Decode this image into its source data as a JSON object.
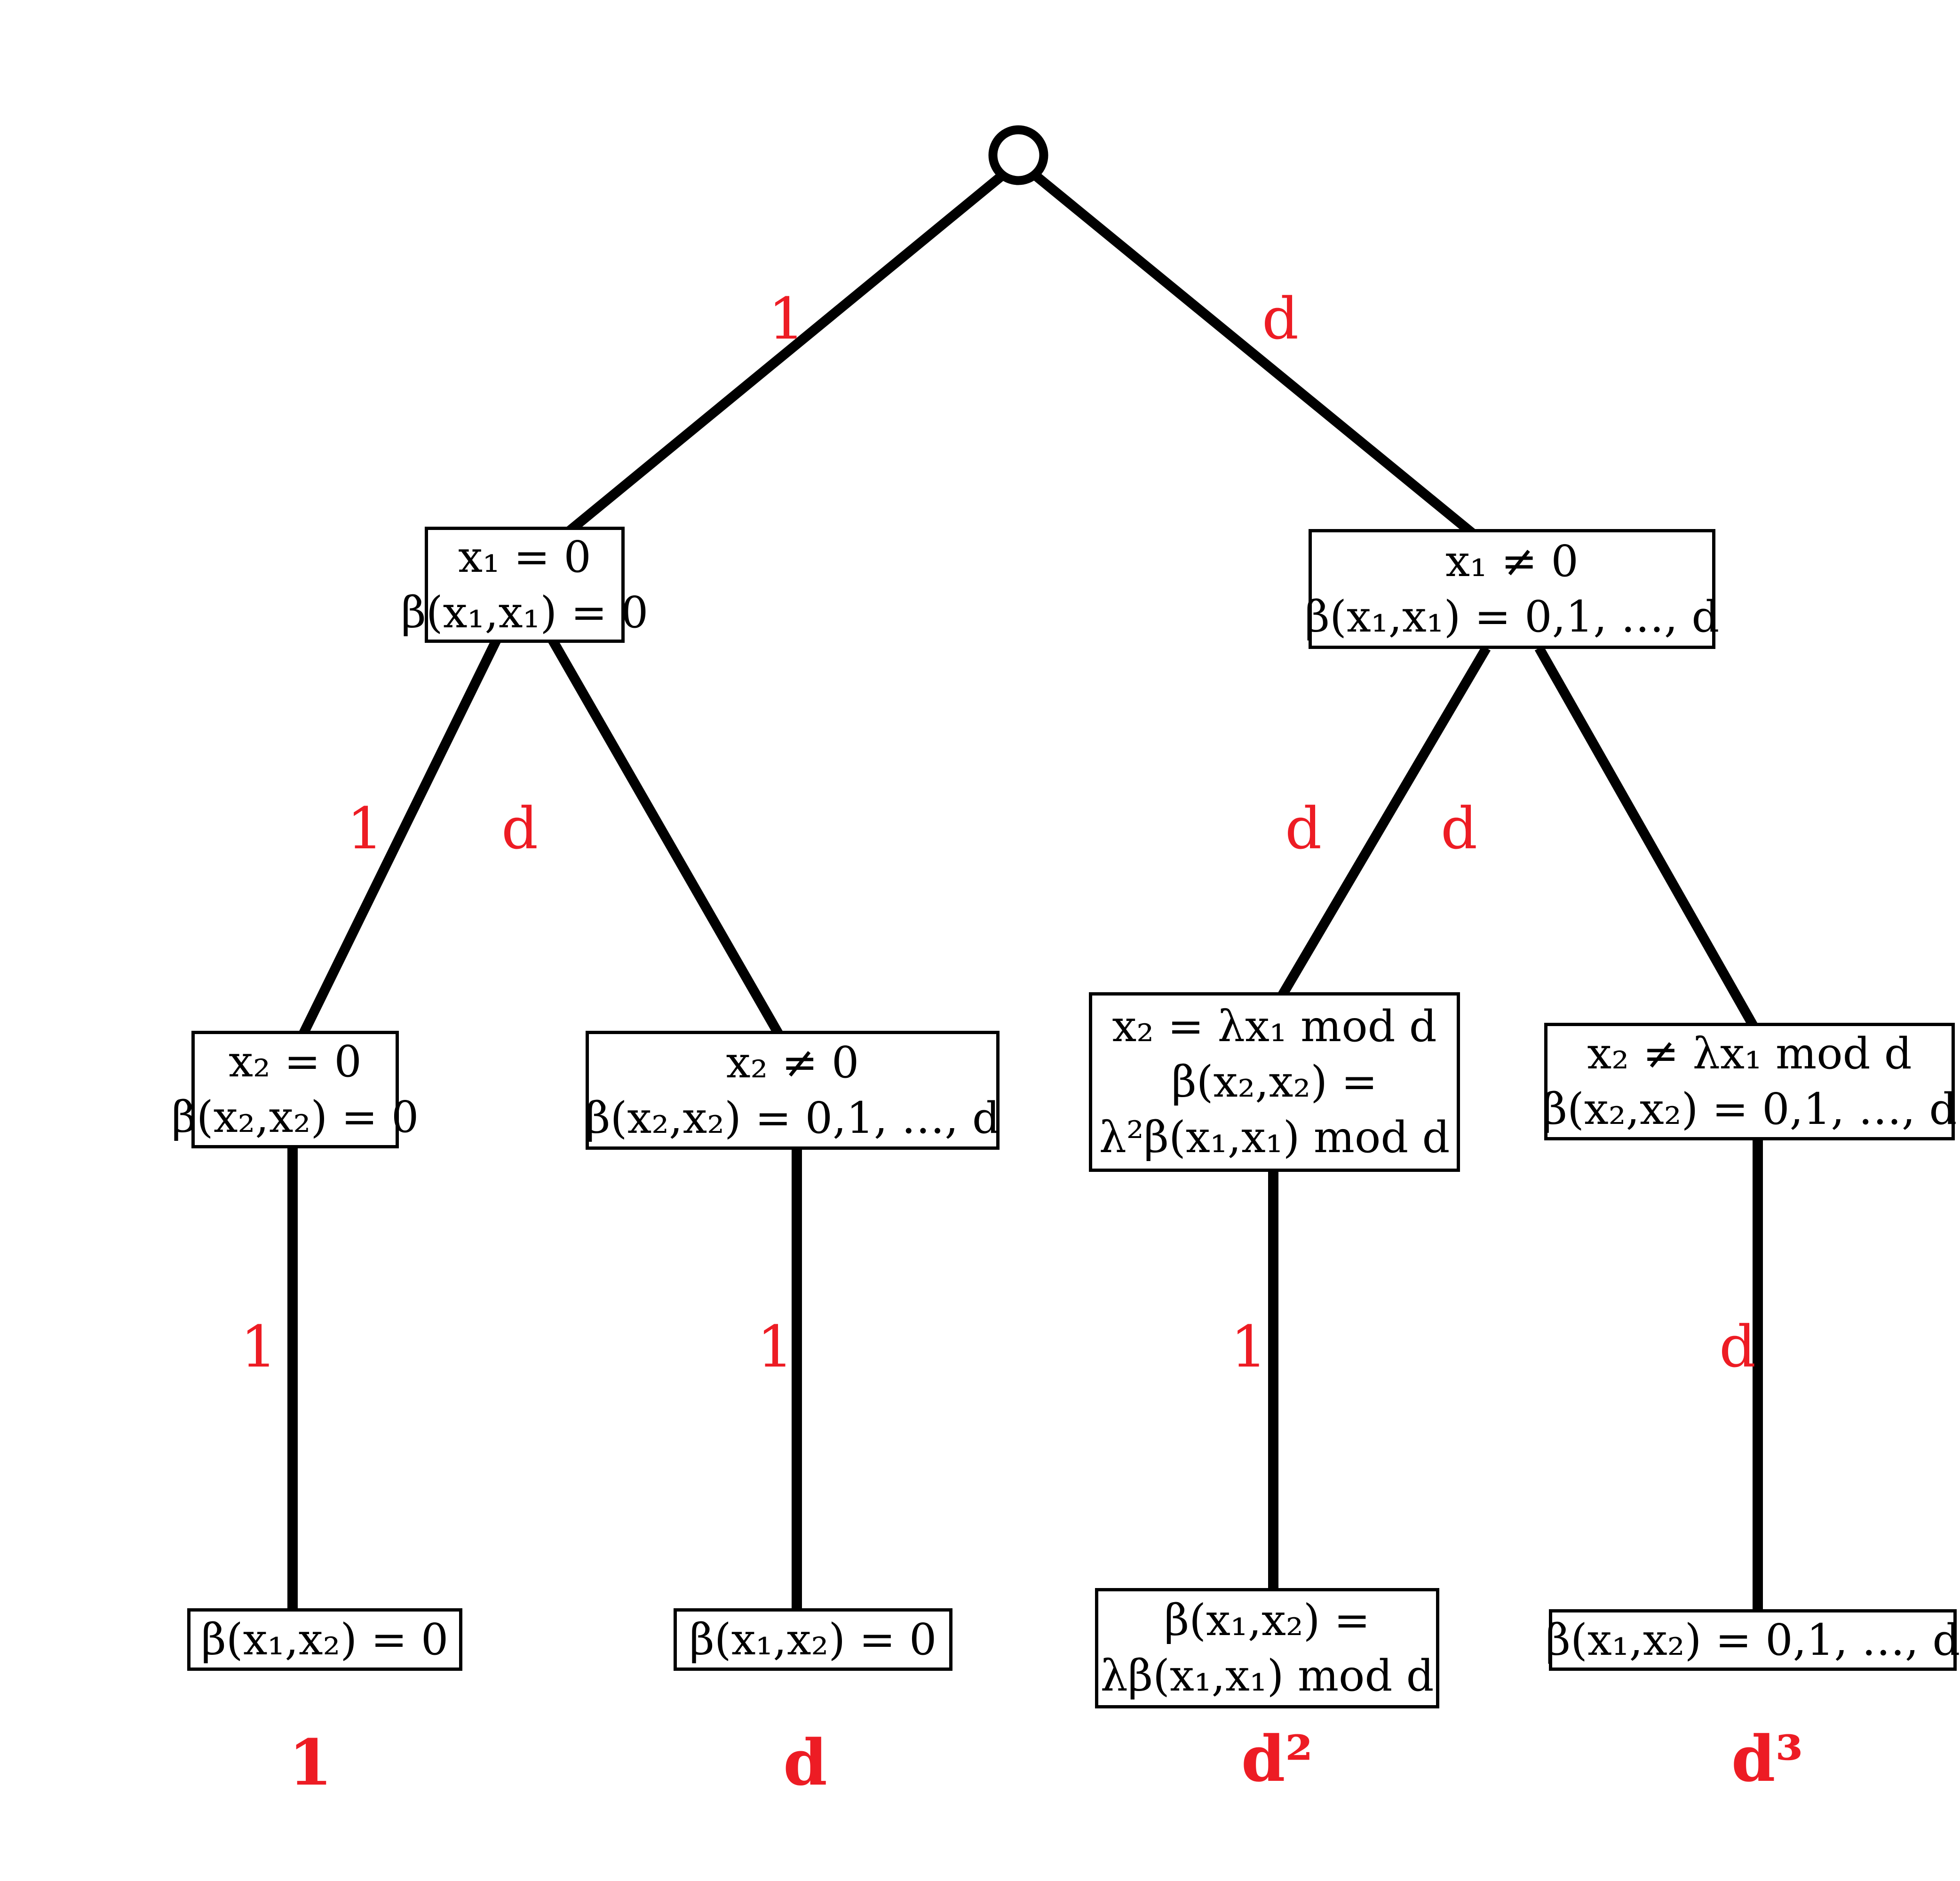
{
  "colors": {
    "label_red": "#ed1c24",
    "line_black": "#000000",
    "background": "#ffffff"
  },
  "tree": {
    "root": {
      "symbol": "circle"
    },
    "level1_edges": [
      {
        "label": "1"
      },
      {
        "label": "d"
      }
    ],
    "level2_nodes": [
      {
        "lines": [
          "x₁ = 0",
          "β(x₁,x₁) = 0"
        ]
      },
      {
        "lines": [
          "x₁ ≠ 0",
          "β(x₁,x₁) = 0,1, …, d"
        ]
      }
    ],
    "level2_edges": [
      {
        "label": "1"
      },
      {
        "label": "d"
      },
      {
        "label": "d"
      },
      {
        "label": "d"
      }
    ],
    "level3_nodes": [
      {
        "lines": [
          "x₂ = 0",
          "β(x₂,x₂) = 0"
        ]
      },
      {
        "lines": [
          "x₂ ≠ 0",
          "β(x₂,x₂) = 0,1, …, d"
        ]
      },
      {
        "lines": [
          "x₂ = λx₁ mod d",
          "β(x₂,x₂) =",
          "λ²β(x₁,x₁) mod d"
        ]
      },
      {
        "lines": [
          "x₂ ≠ λx₁ mod d",
          "β(x₂,x₂) = 0,1, …, d"
        ]
      }
    ],
    "level3_edges": [
      {
        "label": "1"
      },
      {
        "label": "1"
      },
      {
        "label": "1"
      },
      {
        "label": "d"
      }
    ],
    "level4_nodes": [
      {
        "lines": [
          "β(x₁,x₂) = 0"
        ]
      },
      {
        "lines": [
          "β(x₁,x₂) = 0"
        ]
      },
      {
        "lines": [
          "β(x₁,x₂) =",
          "λβ(x₁,x₁) mod d"
        ]
      },
      {
        "lines": [
          "β(x₁,x₂) = 0,1, …, d"
        ]
      }
    ],
    "leaf_counts": [
      "1",
      "d",
      "d²",
      "d³"
    ]
  }
}
